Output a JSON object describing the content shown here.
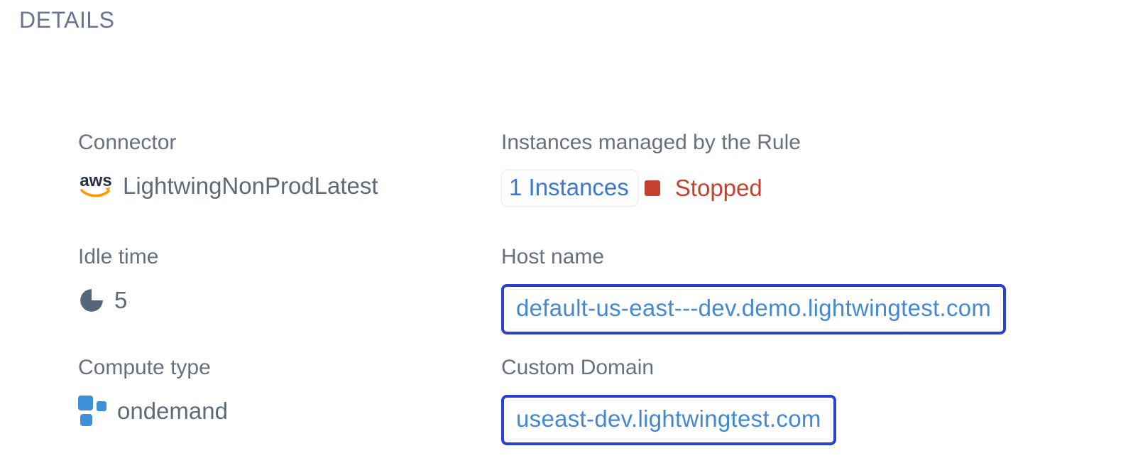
{
  "panel": {
    "title": "DETAILS"
  },
  "fields": {
    "connector": {
      "label": "Connector",
      "value": "LightwingNonProdLatest",
      "icon": "aws-logo-icon"
    },
    "instances": {
      "label": "Instances managed by the Rule",
      "link_text": "1 Instances",
      "status": "Stopped",
      "status_icon": "stopped-square-icon"
    },
    "idle_time": {
      "label": "Idle time",
      "value": "5",
      "icon": "pie-chart-icon"
    },
    "host_name": {
      "label": "Host name",
      "value": "default-us-east---dev.demo.lightwingtest.com"
    },
    "compute_type": {
      "label": "Compute type",
      "value": "ondemand",
      "icon": "compute-squares-icon"
    },
    "custom_domain": {
      "label": "Custom Domain",
      "value": "useast-dev.lightwingtest.com"
    }
  },
  "colors": {
    "title_gray": "#6b7391",
    "label_gray": "#667080",
    "value_gray": "#5f6a79",
    "link_blue": "#3a79cf",
    "domain_text_blue": "#4288d3",
    "focus_border_blue": "#2a3fd6",
    "status_red": "#c7402e",
    "aws_smile_orange": "#ff9900",
    "aws_text_dark": "#252f3e",
    "pie_icon_slate": "#55657a",
    "compute_icon_blue": "#3d8fd8"
  }
}
